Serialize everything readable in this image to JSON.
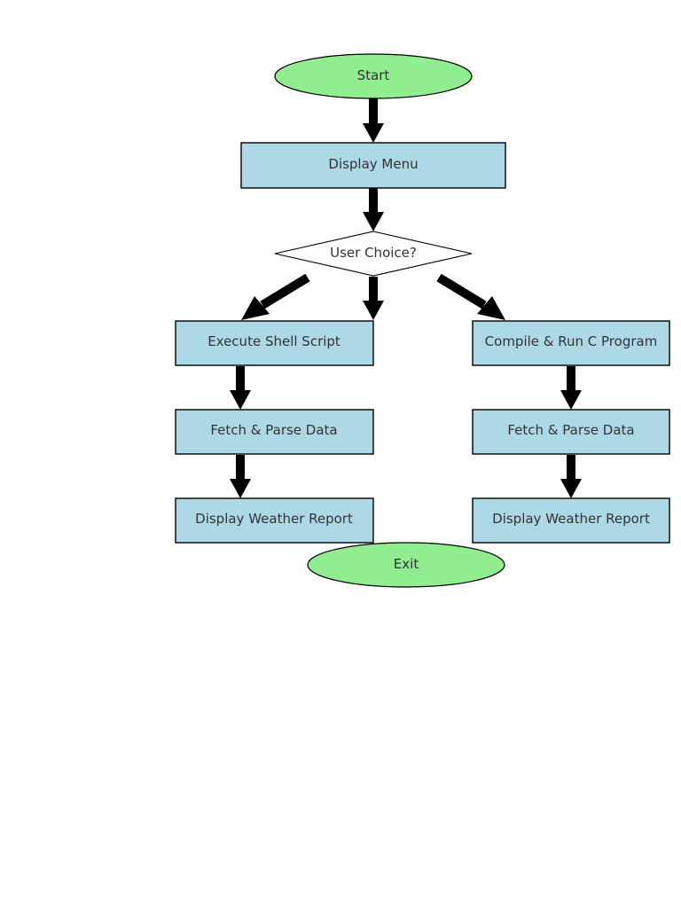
{
  "colors": {
    "terminal_fill": "#90ee90",
    "process_fill": "#add8e6",
    "decision_fill": "#ffffff",
    "edge": "#000000",
    "label_text": "#333333"
  },
  "nodes": {
    "start": {
      "label": "Start",
      "shape": "ellipse"
    },
    "display_menu": {
      "label": "Display Menu",
      "shape": "rectangle"
    },
    "user_choice": {
      "label": "User Choice?",
      "shape": "diamond"
    },
    "execute_shell": {
      "label": "Execute Shell Script",
      "shape": "rectangle"
    },
    "compile_run": {
      "label": "Compile & Run C Program",
      "shape": "rectangle"
    },
    "fetch_left": {
      "label": "Fetch & Parse Data",
      "shape": "rectangle"
    },
    "fetch_right": {
      "label": "Fetch & Parse Data",
      "shape": "rectangle"
    },
    "report_left": {
      "label": "Display Weather Report",
      "shape": "rectangle"
    },
    "report_right": {
      "label": "Display Weather Report",
      "shape": "rectangle"
    },
    "exit": {
      "label": "Exit",
      "shape": "ellipse"
    }
  },
  "edges": [
    {
      "from": "start",
      "to": "display_menu"
    },
    {
      "from": "display_menu",
      "to": "user_choice"
    },
    {
      "from": "user_choice",
      "to": "execute_shell"
    },
    {
      "from": "user_choice",
      "to": "compile_run"
    },
    {
      "from": "execute_shell",
      "to": "fetch_left"
    },
    {
      "from": "fetch_left",
      "to": "report_left"
    },
    {
      "from": "compile_run",
      "to": "fetch_right"
    },
    {
      "from": "fetch_right",
      "to": "report_right"
    }
  ]
}
